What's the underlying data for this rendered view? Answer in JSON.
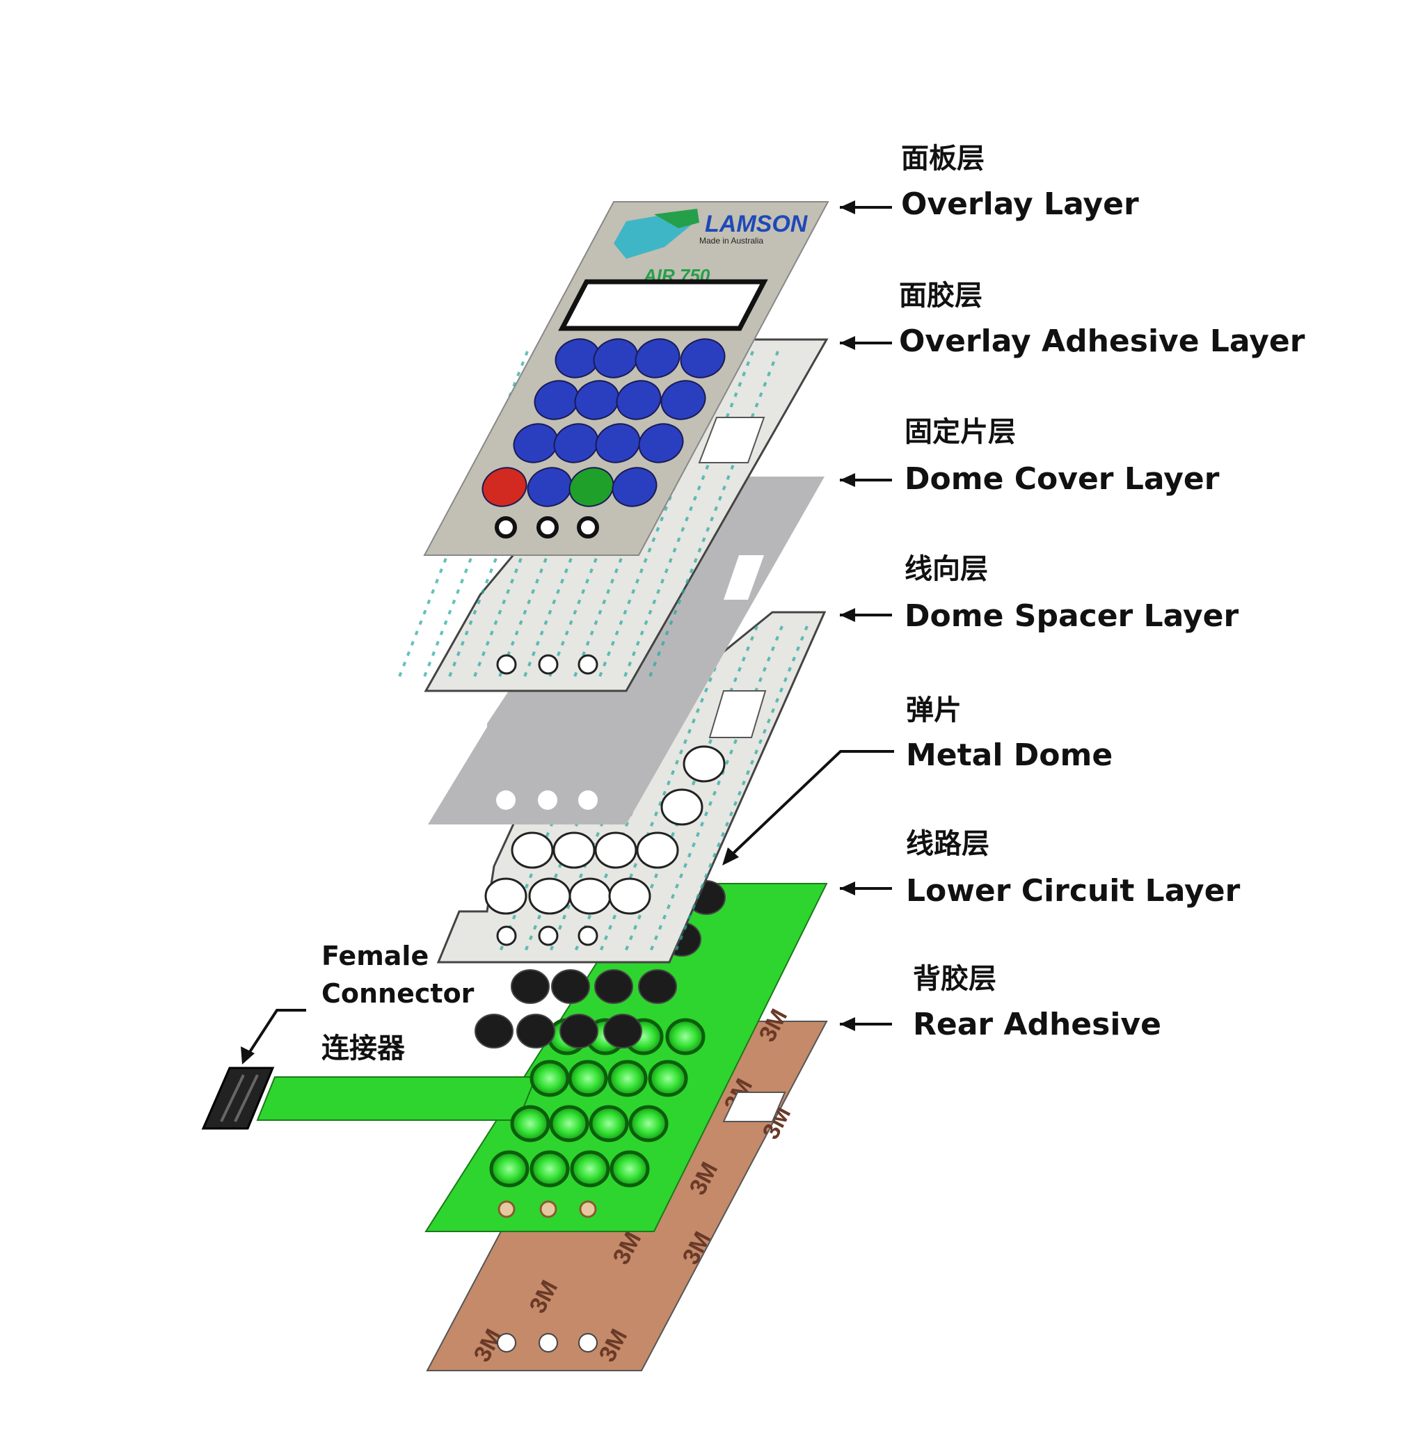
{
  "colors": {
    "overlay": "#c2bfb4",
    "adhesive": "#e6e6e2",
    "dome_cover": "#b7b7b9",
    "circuit": "#2ed52e",
    "rear_adhesive": "#c48a6a",
    "key_blue": "#2a3fc0",
    "key_red": "#d22a20",
    "key_green": "#1fa02a",
    "logo_blue": "#1f49b8",
    "logo_teal": "#3fb6c6",
    "logo_green": "#25a04a",
    "print_teal": "#22a8a0",
    "dome_black": "#1c1c1c"
  },
  "overlay_print": {
    "brand": "LAMSON",
    "tagline": "Made in Australia",
    "model": "AIR 750"
  },
  "rear_print": {
    "mark": "3M"
  },
  "labels": [
    {
      "id": "overlay",
      "cn": "面板层",
      "en": "Overlay Layer"
    },
    {
      "id": "overlay-adhesive",
      "cn": "面胶层",
      "en": "Overlay Adhesive Layer"
    },
    {
      "id": "dome-cover",
      "cn": "固定片层",
      "en": "Dome Cover Layer"
    },
    {
      "id": "dome-spacer",
      "cn": "线向层",
      "en": "Dome Spacer Layer"
    },
    {
      "id": "metal-dome",
      "cn": "弹片",
      "en": "Metal Dome"
    },
    {
      "id": "lower-circuit",
      "cn": "线路层",
      "en": "Lower Circuit Layer"
    },
    {
      "id": "rear-adhesive",
      "cn": "背胶层",
      "en": "Rear Adhesive"
    }
  ],
  "connector_label": {
    "line1": "Female",
    "line2": "Connector",
    "cn": "连接器"
  }
}
